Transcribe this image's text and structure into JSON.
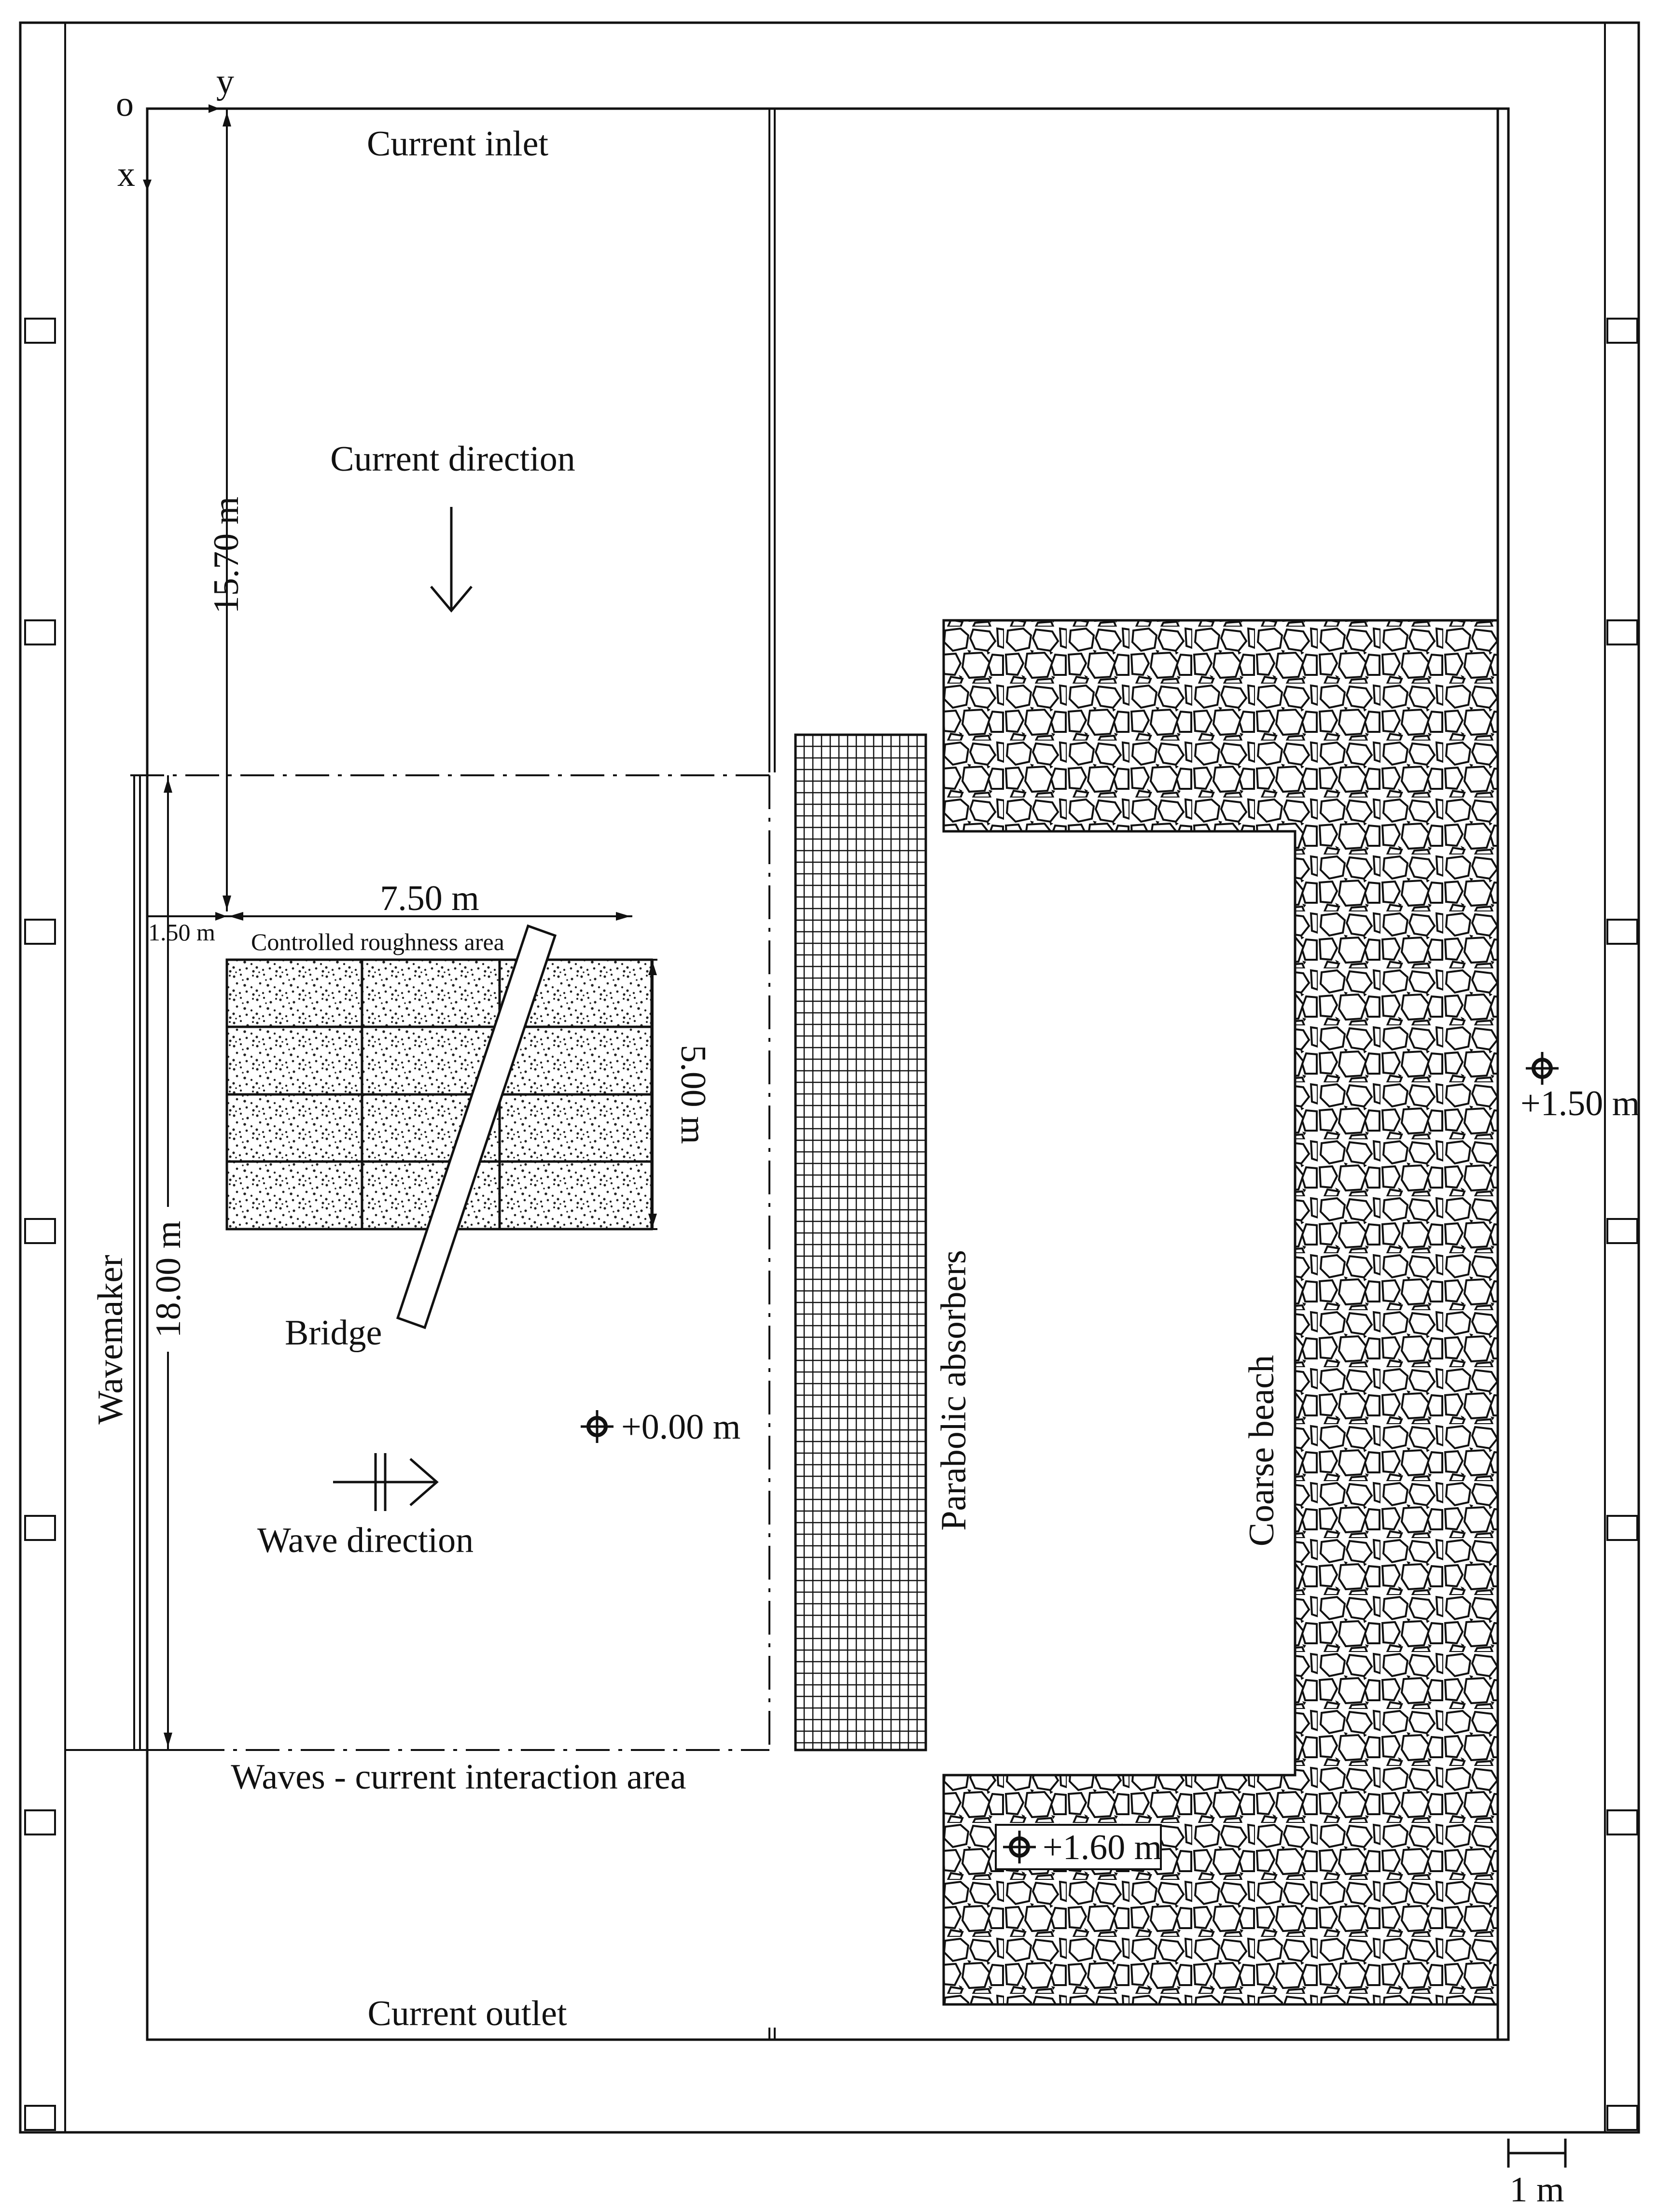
{
  "axes": {
    "origin": "o",
    "x": "x",
    "y": "y"
  },
  "labels": {
    "current_inlet": "Current inlet",
    "current_direction": "Current direction",
    "current_outlet": "Current outlet",
    "wavemaker": "Wavemaker",
    "wave_direction": "Wave direction",
    "interaction_area": "Waves - current interaction area",
    "roughness_area": "Controlled roughness area",
    "bridge": "Bridge",
    "parabolic_absorbers": "Parabolic absorbers",
    "coarse_beach": "Coarse beach"
  },
  "dimensions": {
    "length_15_70": "15.70 m",
    "width_7_50": "7.50 m",
    "offset_1_50": "1.50 m",
    "height_5_00": "5.00 m",
    "length_18_00": "18.00 m"
  },
  "elevations": {
    "center": "+0.00 m",
    "right": "+1.50 m",
    "beach": "+1.60 m"
  },
  "scale_bar": {
    "label": "1 m"
  }
}
